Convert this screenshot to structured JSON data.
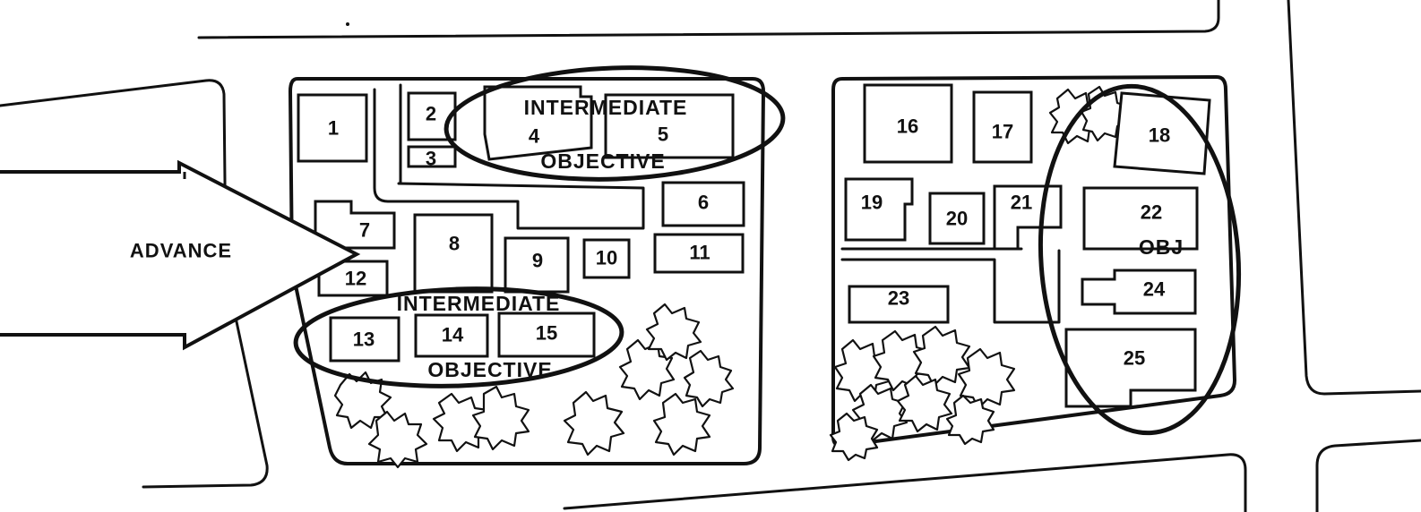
{
  "advance_label": "ADVANCE",
  "objectives": {
    "north": {
      "line1": "INTERMEDIATE",
      "line2": "OBJECTIVE"
    },
    "south": {
      "line1": "INTERMEDIATE",
      "line2": "OBJECTIVE"
    },
    "east": {
      "label": "OBJ"
    }
  },
  "buildings": [
    "1",
    "2",
    "3",
    "4",
    "5",
    "6",
    "7",
    "8",
    "9",
    "10",
    "11",
    "12",
    "13",
    "14",
    "15",
    "16",
    "17",
    "18",
    "19",
    "20",
    "21",
    "22",
    "23",
    "24",
    "25"
  ]
}
